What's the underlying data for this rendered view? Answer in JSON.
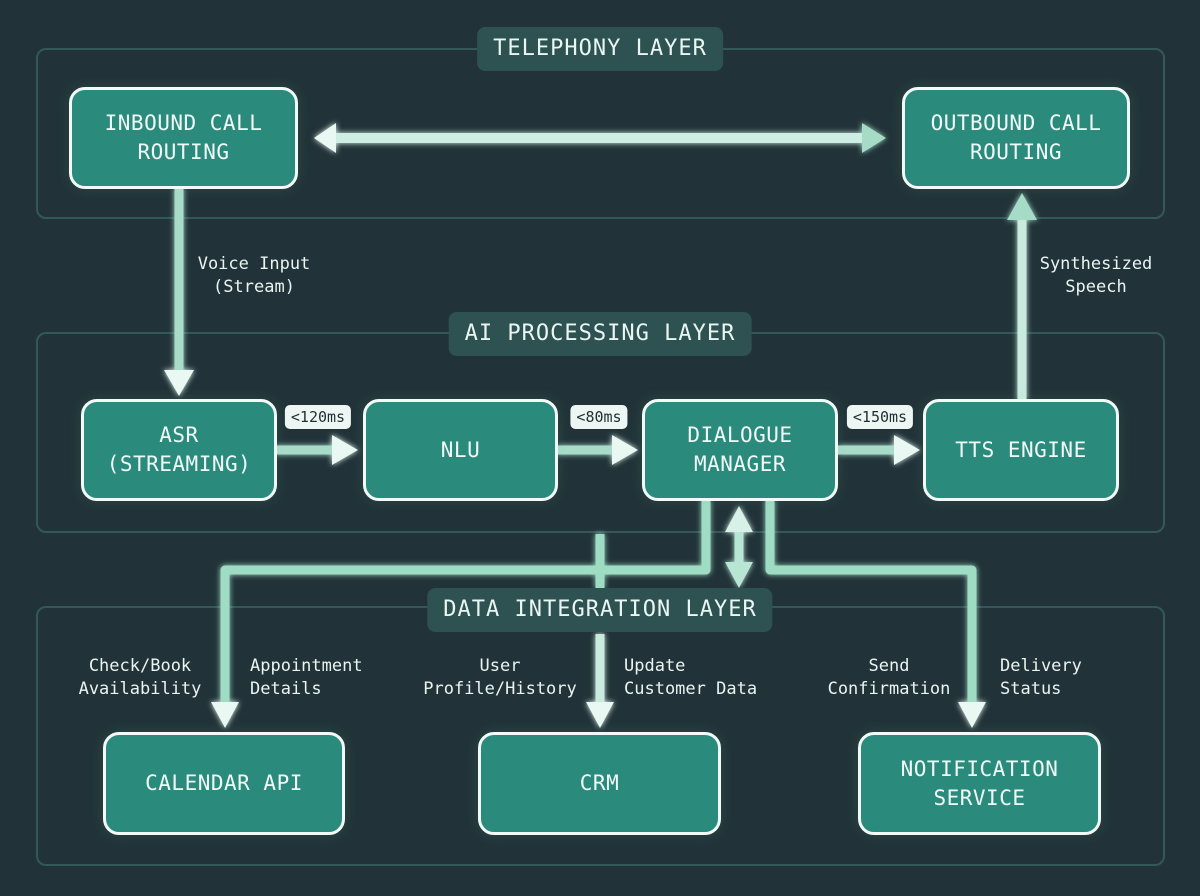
{
  "layers": {
    "telephony": "TELEPHONY LAYER",
    "ai_processing": "AI PROCESSING LAYER",
    "data_integration": "DATA INTEGRATION LAYER"
  },
  "nodes": {
    "inbound": "INBOUND CALL\nROUTING",
    "outbound": "OUTBOUND CALL\nROUTING",
    "asr": "ASR\n(STREAMING)",
    "nlu": "NLU",
    "dialogue": "DIALOGUE\nMANAGER",
    "tts": "TTS ENGINE",
    "calendar": "CALENDAR API",
    "crm": "CRM",
    "notification": "NOTIFICATION\nSERVICE"
  },
  "edge_labels": {
    "voice_input": "Voice Input\n(Stream)",
    "synth_speech": "Synthesized\nSpeech",
    "check_book": "Check/Book\nAvailability",
    "appointment": "Appointment\nDetails",
    "user_profile": "User\nProfile/History",
    "update_customer": "Update\nCustomer Data",
    "send_confirmation": "Send\nConfirmation",
    "delivery_status": "Delivery\nStatus"
  },
  "latencies": {
    "asr_nlu": "<120ms",
    "nlu_dm": "<80ms",
    "dm_tts": "<150ms"
  },
  "colors": {
    "background": "#213338",
    "node_fill": "#2a8b7d",
    "node_border": "#f1faf7",
    "connector": "#9fdcc4",
    "layer_border": "#34575a",
    "layer_label_bg": "#2e5152"
  }
}
